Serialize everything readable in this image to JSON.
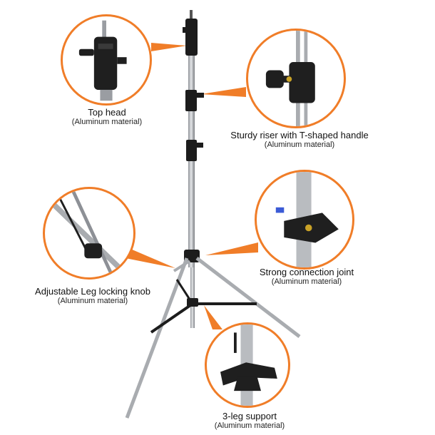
{
  "callouts": {
    "top_head": {
      "title": "Top head",
      "subtitle": "(Aluminum material)"
    },
    "riser": {
      "title": "Sturdy riser with T-shaped handle",
      "subtitle": "(Aluminum material)"
    },
    "joint": {
      "title": "Strong connection joint",
      "subtitle": "(Aluminum material)"
    },
    "leg_knob": {
      "title": "Adjustable Leg locking knob",
      "subtitle": "(Aluminum material)"
    },
    "support": {
      "title": "3-leg support",
      "subtitle": "(Aluminum material)"
    }
  },
  "colors": {
    "accent": "#f07d28",
    "metal": "#b9bcc0",
    "dark": "#1c1c1c"
  }
}
